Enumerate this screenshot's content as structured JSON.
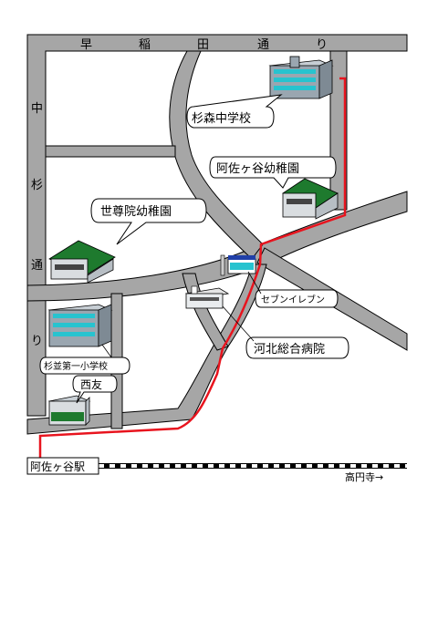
{
  "streets": {
    "waseda_dori": [
      "早",
      "稲",
      "田",
      "通",
      "り"
    ],
    "naka_sugi_dori": [
      "中",
      "杉",
      "通",
      "り"
    ]
  },
  "places": {
    "junior_high": "杉森中学校",
    "kindergarten_asagaya": "阿佐ヶ谷幼稚園",
    "kindergarten_seson": "世尊院幼稚園",
    "seven_eleven": "セブンイレブン",
    "hospital": "河北総合病院",
    "elementary_school": "杉並第一小学校",
    "seiyu": "西友"
  },
  "station": "阿佐ヶ谷駅",
  "direction": "高円寺→",
  "colors": {
    "road": "#a6a6a6",
    "route": "#e8141e",
    "roof_green": "#1e7a2e",
    "window_cyan": "#27c3cf",
    "building_gray": "#9aa6b0"
  }
}
